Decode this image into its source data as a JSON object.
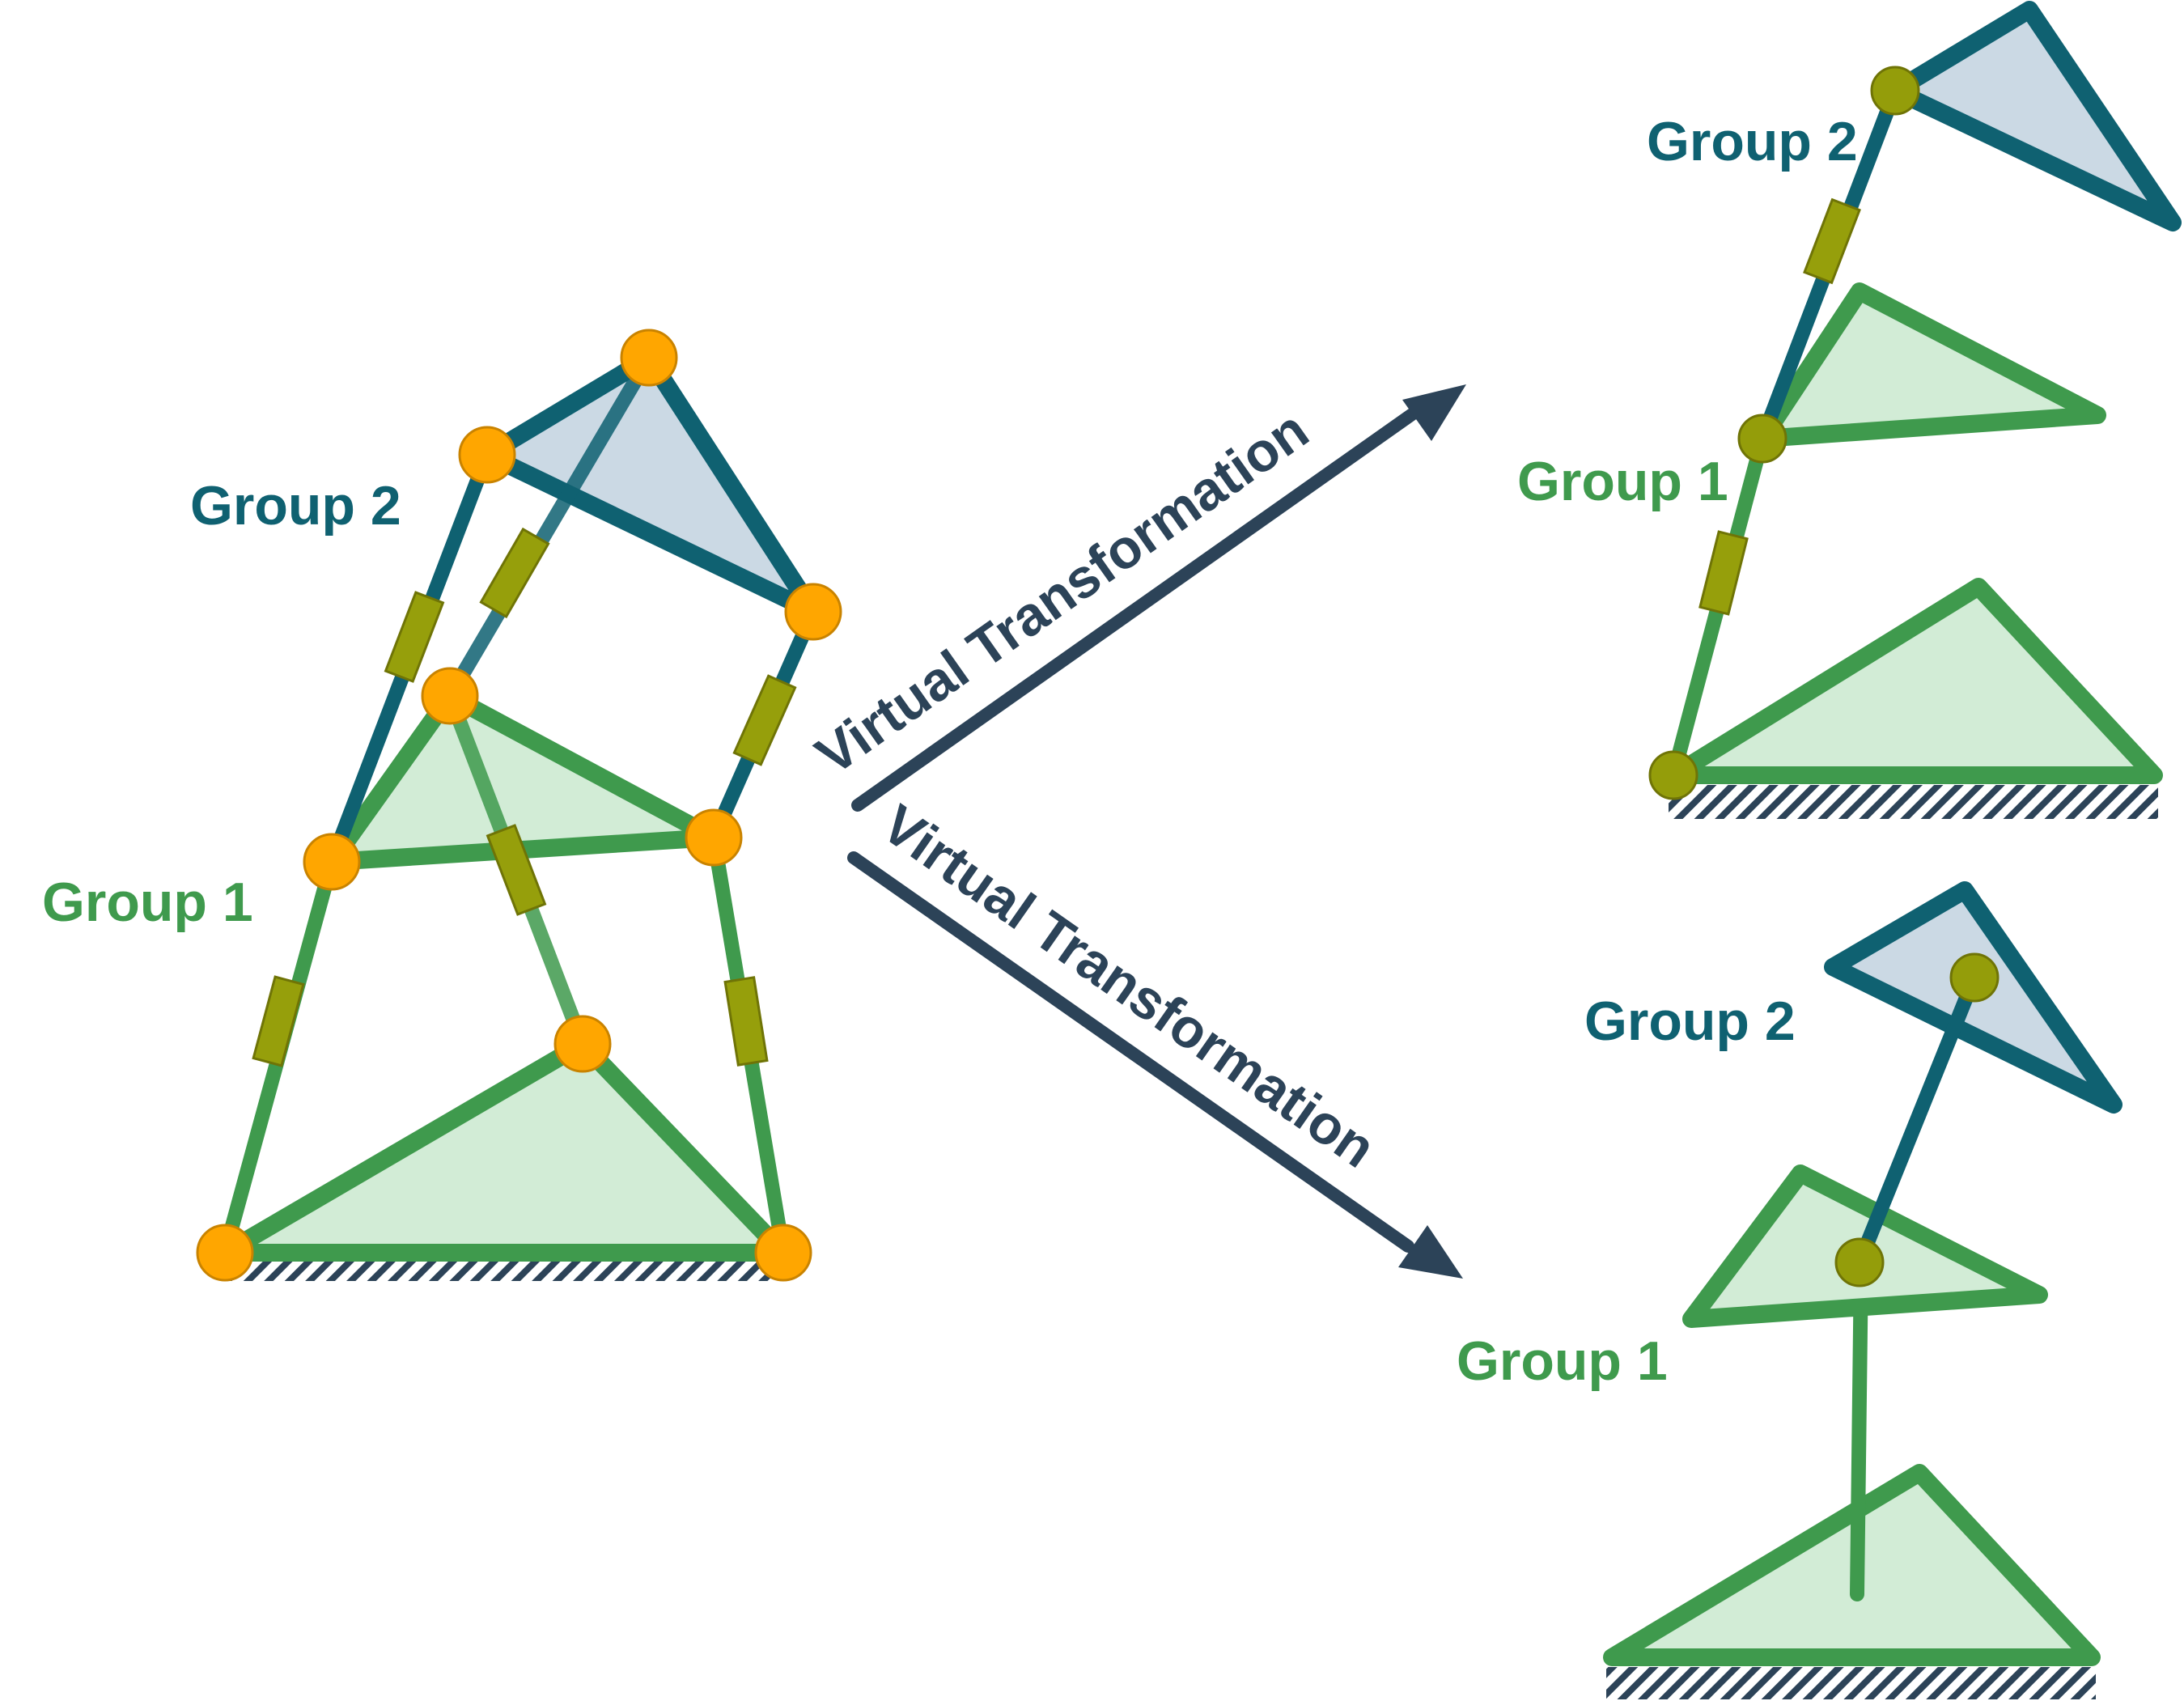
{
  "colors": {
    "group1_stroke": "#3f9a4d",
    "group1_fill": "#d2ecd6",
    "group2_stroke": "#0f6171",
    "group2_fill": "#cbd9e4",
    "joint_orange": "#ffa600",
    "joint_olive": "#949d0a",
    "actuator": "#969f0b",
    "arrow": "#2c4358",
    "ground_hatch": "#2c4358"
  },
  "labels": {
    "left_group1": "Group 1",
    "left_group2": "Group 2",
    "top_right_group1": "Group 1",
    "top_right_group2": "Group 2",
    "bottom_right_group1": "Group 1",
    "bottom_right_group2": "Group 2",
    "arrow_upper": "Virtual Transformation",
    "arrow_lower": "Virtual Transformation"
  },
  "icons": {
    "joint": "circle-joint",
    "actuator": "prismatic-actuator",
    "ground": "hatched-ground"
  }
}
